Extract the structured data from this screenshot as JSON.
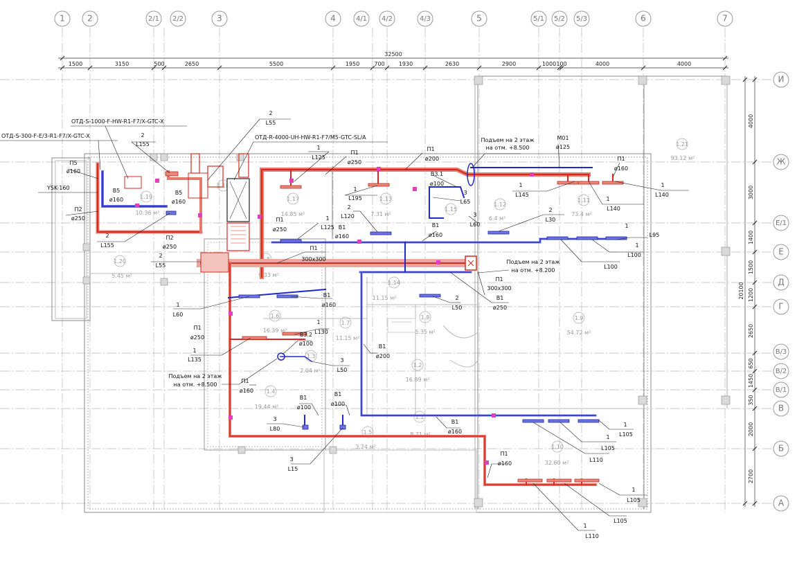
{
  "axes": {
    "top": [
      "1",
      "2",
      "2/1",
      "2/2",
      "3",
      "4",
      "4/1",
      "4/2",
      "4/3",
      "5",
      "5/1",
      "5/2",
      "5/3",
      "6",
      "7"
    ],
    "right": [
      "И",
      "Ж",
      "Е/1",
      "Е",
      "Д",
      "Г",
      "В/3",
      "В/2",
      "В/1",
      "В",
      "Б",
      "А"
    ]
  },
  "dimensions": {
    "total": "32500",
    "top": [
      "1500",
      "3150",
      "500",
      "2650",
      "5500",
      "1950",
      "700",
      "1930",
      "2630",
      "2900",
      "1000",
      "100",
      "4000",
      "4000"
    ],
    "right_total": "20100",
    "right": [
      "4000",
      "3000",
      "1400",
      "1500",
      "1200",
      "2650",
      "650",
      "1450",
      "350",
      "2000",
      "2700"
    ]
  },
  "equipment": [
    "ОТД-S-1000-F-HW-R1-F7/X-GTC-X",
    "ОТД-S-300-F-E/3-R1-F7/X-GTC-X",
    "ОТД-R-4000-UH-HW-R1-F7/M5-GTC-SL/A",
    "YSK-160"
  ],
  "rooms": [
    {
      "id": "1.19",
      "area": "10.36 м²"
    },
    {
      "id": "1.20",
      "area": "5.45 м²"
    },
    {
      "id": "1.18",
      "area": ""
    },
    {
      "id": "1.17",
      "area": "14.85 м²"
    },
    {
      "id": "1.13",
      "area": "7.31 м²"
    },
    {
      "id": "1.15",
      "area": ""
    },
    {
      "id": "1.12",
      "area": "6.4 м²"
    },
    {
      "id": "1.11",
      "area": "73.4 м²"
    },
    {
      "id": "1.21",
      "area": "93.12 м²"
    },
    {
      "id": "1.5",
      "area": "9.33 м²"
    },
    {
      "id": "1.14",
      "area": "11.15 м²"
    },
    {
      "id": "1.6",
      "area": "16.39 м²"
    },
    {
      "id": "1.7",
      "area": "11.15 м²"
    },
    {
      "id": "1.8",
      "area": "5.35 м²"
    },
    {
      "id": "1.9",
      "area": "54.72 м²"
    },
    {
      "id": "1.3",
      "area": "2.04 м²"
    },
    {
      "id": "1.2",
      "area": "16.89 м²"
    },
    {
      "id": "1.4",
      "area": "19.44 м²"
    },
    {
      "id": "1.1",
      "area": "8.71 м²"
    },
    {
      "id": "1.5",
      "area": "3.24 м²"
    },
    {
      "id": "1.10",
      "area": "32.60 м²"
    }
  ],
  "labels": [
    {
      "t": "2"
    },
    {
      "t": "L155"
    },
    {
      "t": "2"
    },
    {
      "t": "L55"
    },
    {
      "t": "П5"
    },
    {
      "t": "ø160"
    },
    {
      "t": "В5"
    },
    {
      "t": "ø160"
    },
    {
      "t": "В5"
    },
    {
      "t": "ø160"
    },
    {
      "t": "П2"
    },
    {
      "t": "ø250"
    },
    {
      "t": "2"
    },
    {
      "t": "L155"
    },
    {
      "t": "П2"
    },
    {
      "t": "ø250"
    },
    {
      "t": "2"
    },
    {
      "t": "L55"
    },
    {
      "t": "1"
    },
    {
      "t": "L125"
    },
    {
      "t": "П1"
    },
    {
      "t": "ø250"
    },
    {
      "t": "П1"
    },
    {
      "t": "ø200"
    },
    {
      "t": "1"
    },
    {
      "t": "L195"
    },
    {
      "t": "В3.1"
    },
    {
      "t": "ø100"
    },
    {
      "t": "3"
    },
    {
      "t": "L65"
    },
    {
      "t": "Подъем на 2 этаж"
    },
    {
      "t": "на отм. +8.500"
    },
    {
      "t": "М01"
    },
    {
      "t": "ø125"
    },
    {
      "t": "П1"
    },
    {
      "t": "ø160"
    },
    {
      "t": "1"
    },
    {
      "t": "L145"
    },
    {
      "t": "1"
    },
    {
      "t": "L140"
    },
    {
      "t": "1"
    },
    {
      "t": "L140"
    },
    {
      "t": "2"
    },
    {
      "t": "L120"
    },
    {
      "t": "П1"
    },
    {
      "t": "ø250"
    },
    {
      "t": "1"
    },
    {
      "t": "L125"
    },
    {
      "t": "В1"
    },
    {
      "t": "ø160"
    },
    {
      "t": "3"
    },
    {
      "t": "L60"
    },
    {
      "t": "В1"
    },
    {
      "t": "ø160"
    },
    {
      "t": "2"
    },
    {
      "t": "L30"
    },
    {
      "t": "1"
    },
    {
      "t": "L95"
    },
    {
      "t": "1"
    },
    {
      "t": "L100"
    },
    {
      "t": "L100"
    },
    {
      "t": "П1"
    },
    {
      "t": "300х300"
    },
    {
      "t": "Подъем на 2 этаж"
    },
    {
      "t": "на отм. +8.200"
    },
    {
      "t": "П1"
    },
    {
      "t": "300х300"
    },
    {
      "t": "2"
    },
    {
      "t": "L50"
    },
    {
      "t": "В1"
    },
    {
      "t": "ø250"
    },
    {
      "t": "1"
    },
    {
      "t": "L60"
    },
    {
      "t": "В1"
    },
    {
      "t": "ø160"
    },
    {
      "t": "П1"
    },
    {
      "t": "ø250"
    },
    {
      "t": "1"
    },
    {
      "t": "L130"
    },
    {
      "t": "В3.2"
    },
    {
      "t": "ø100"
    },
    {
      "t": "1"
    },
    {
      "t": "L135"
    },
    {
      "t": "В1"
    },
    {
      "t": "ø200"
    },
    {
      "t": "3"
    },
    {
      "t": "L50"
    },
    {
      "t": "Подъем на 2 этаж"
    },
    {
      "t": "на отм. +8.500"
    },
    {
      "t": "П1"
    },
    {
      "t": "ø160"
    },
    {
      "t": "В1"
    },
    {
      "t": "ø100"
    },
    {
      "t": "В1"
    },
    {
      "t": "ø100"
    },
    {
      "t": "3"
    },
    {
      "t": "L80"
    },
    {
      "t": "3"
    },
    {
      "t": "L15"
    },
    {
      "t": "В1"
    },
    {
      "t": "ø160"
    },
    {
      "t": "1"
    },
    {
      "t": "L105"
    },
    {
      "t": "1"
    },
    {
      "t": "L105"
    },
    {
      "t": "L110"
    },
    {
      "t": "П1"
    },
    {
      "t": "ø160"
    },
    {
      "t": "1"
    },
    {
      "t": "L105"
    },
    {
      "t": "L105"
    },
    {
      "t": "1"
    },
    {
      "t": "L110"
    }
  ],
  "colors": {
    "supply": "#d8291c",
    "exhaust": "#1f28c8",
    "accent": "#e040c0",
    "grid": "#b0b0b0",
    "wall": "#8a8a8a"
  }
}
